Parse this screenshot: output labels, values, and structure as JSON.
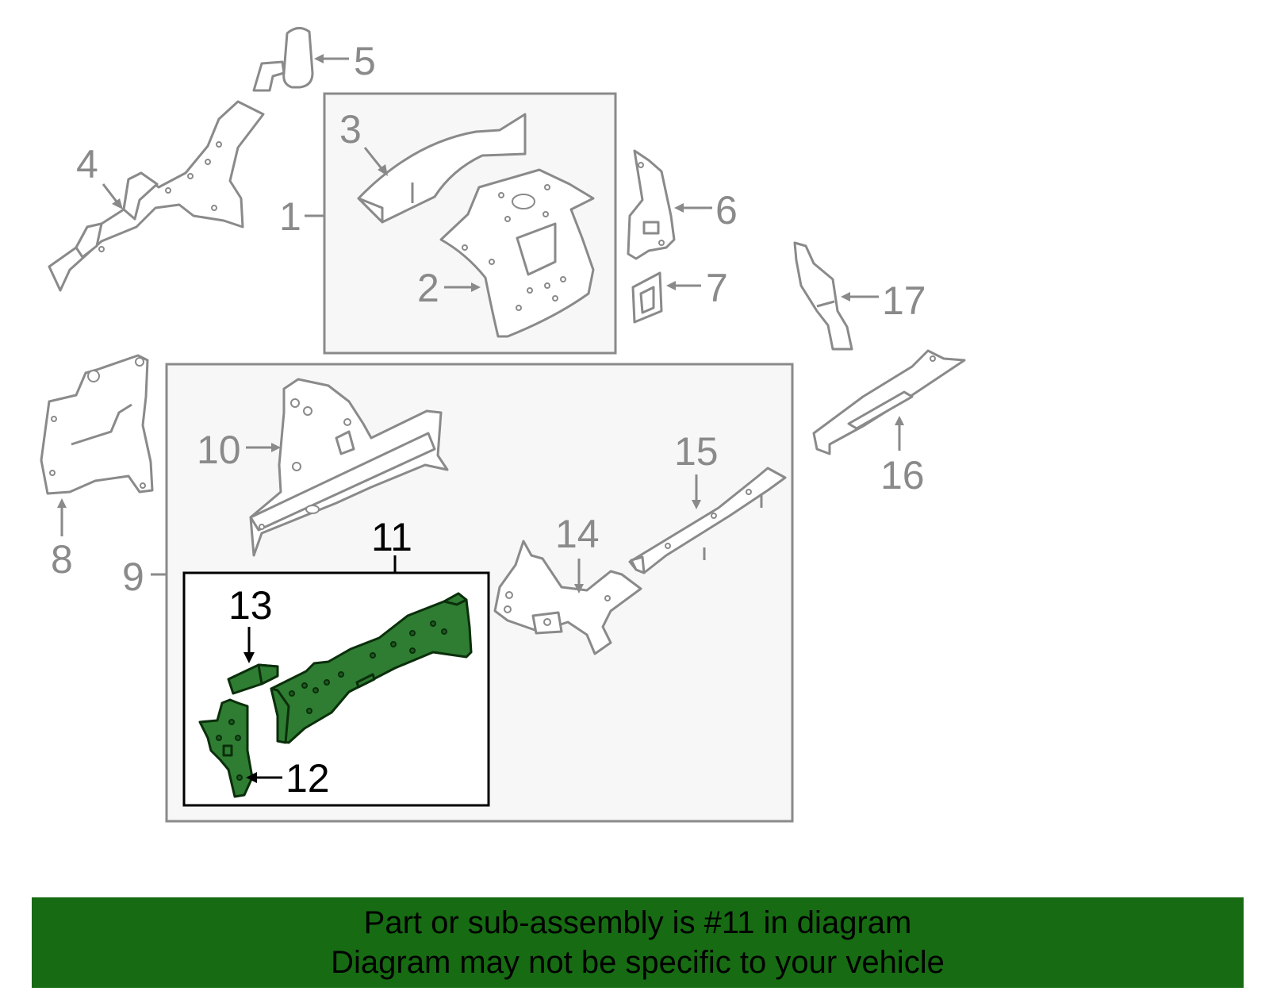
{
  "diagram": {
    "callouts": [
      {
        "id": "1",
        "label": "1"
      },
      {
        "id": "2",
        "label": "2"
      },
      {
        "id": "3",
        "label": "3"
      },
      {
        "id": "4",
        "label": "4"
      },
      {
        "id": "5",
        "label": "5"
      },
      {
        "id": "6",
        "label": "6"
      },
      {
        "id": "7",
        "label": "7"
      },
      {
        "id": "8",
        "label": "8"
      },
      {
        "id": "9",
        "label": "9"
      },
      {
        "id": "10",
        "label": "10"
      },
      {
        "id": "11",
        "label": "11"
      },
      {
        "id": "12",
        "label": "12"
      },
      {
        "id": "13",
        "label": "13"
      },
      {
        "id": "14",
        "label": "14"
      },
      {
        "id": "15",
        "label": "15"
      },
      {
        "id": "16",
        "label": "16"
      },
      {
        "id": "17",
        "label": "17"
      }
    ],
    "highlighted_part": "11"
  },
  "banner": {
    "line1": "Part or sub-assembly is #11 in diagram",
    "line2": "Diagram may not be specific to your vehicle"
  },
  "colors": {
    "highlight_part": "#2e7d32",
    "banner_background": "#176b13",
    "outline_gray": "#8a8a8a",
    "group_box_fill": "#f7f7f7"
  }
}
